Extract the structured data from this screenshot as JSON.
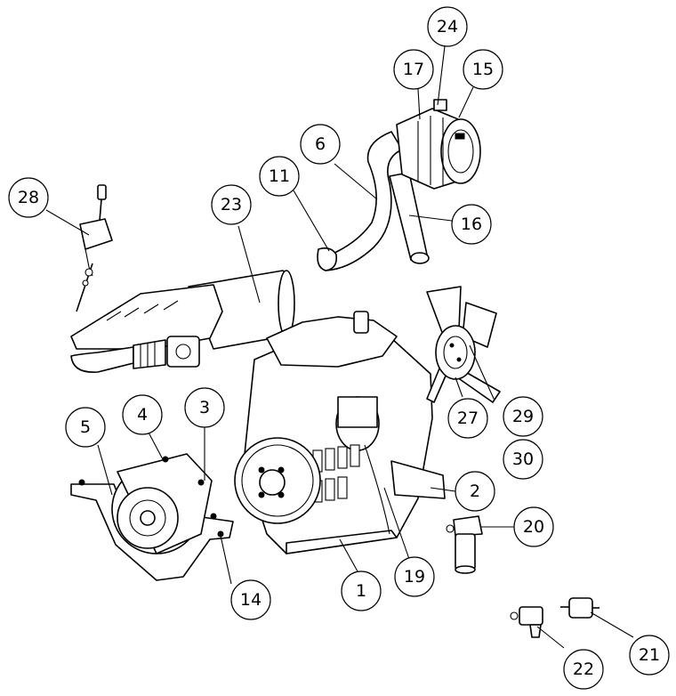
{
  "callouts": [
    {
      "id": "c1",
      "label": "1"
    },
    {
      "id": "c2",
      "label": "2"
    },
    {
      "id": "c3",
      "label": "3"
    },
    {
      "id": "c4",
      "label": "4"
    },
    {
      "id": "c5",
      "label": "5"
    },
    {
      "id": "c6",
      "label": "6"
    },
    {
      "id": "c11",
      "label": "11"
    },
    {
      "id": "c14",
      "label": "14"
    },
    {
      "id": "c15",
      "label": "15"
    },
    {
      "id": "c16",
      "label": "16"
    },
    {
      "id": "c17",
      "label": "17"
    },
    {
      "id": "c19",
      "label": "19"
    },
    {
      "id": "c20",
      "label": "20"
    },
    {
      "id": "c21",
      "label": "21"
    },
    {
      "id": "c22",
      "label": "22"
    },
    {
      "id": "c23",
      "label": "23"
    },
    {
      "id": "c24",
      "label": "24"
    },
    {
      "id": "c27",
      "label": "27"
    },
    {
      "id": "c28",
      "label": "28"
    },
    {
      "id": "c29",
      "label": "29"
    },
    {
      "id": "c30",
      "label": "30"
    }
  ]
}
